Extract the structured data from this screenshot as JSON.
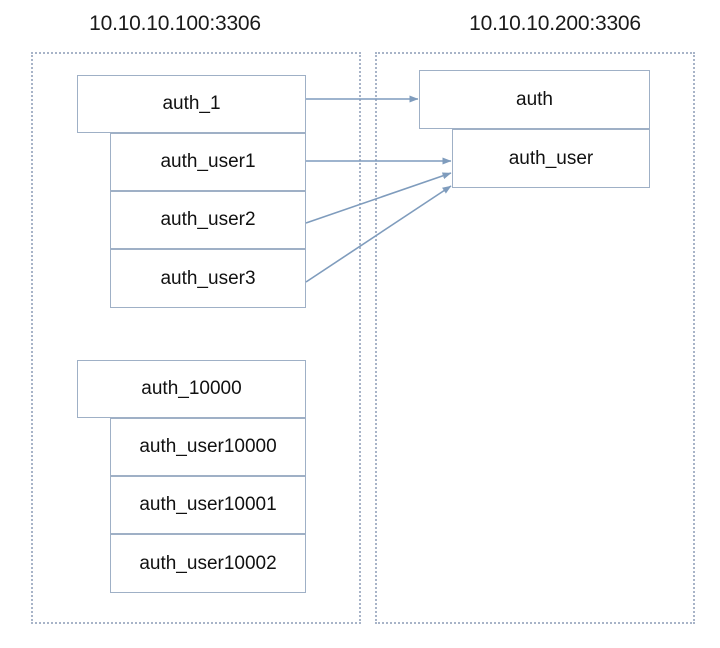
{
  "diagram": {
    "type": "database-sharding-topology",
    "accent_line_color": "#9fb0c6",
    "arrow_color": "#7f9cbd",
    "zone_border_color": "#a8b4c8",
    "background": "#ffffff"
  },
  "servers": [
    {
      "id": "source",
      "title": "10.10.10.100:3306",
      "schemas": [
        {
          "name": "auth_1",
          "tables": [
            "auth_user1",
            "auth_user2",
            "auth_user3"
          ]
        },
        {
          "name": "auth_10000",
          "tables": [
            "auth_user10000",
            "auth_user10001",
            "auth_user10002"
          ]
        }
      ]
    },
    {
      "id": "target",
      "title": "10.10.10.200:3306",
      "schemas": [
        {
          "name": "auth",
          "tables": [
            "auth_user"
          ]
        }
      ]
    }
  ],
  "connections": [
    {
      "from": "auth_1",
      "to": "auth",
      "label": ""
    },
    {
      "from": "auth_user1",
      "to": "auth_user",
      "label": ""
    },
    {
      "from": "auth_user2",
      "to": "auth_user",
      "label": ""
    },
    {
      "from": "auth_user3",
      "to": "auth_user",
      "label": ""
    }
  ]
}
